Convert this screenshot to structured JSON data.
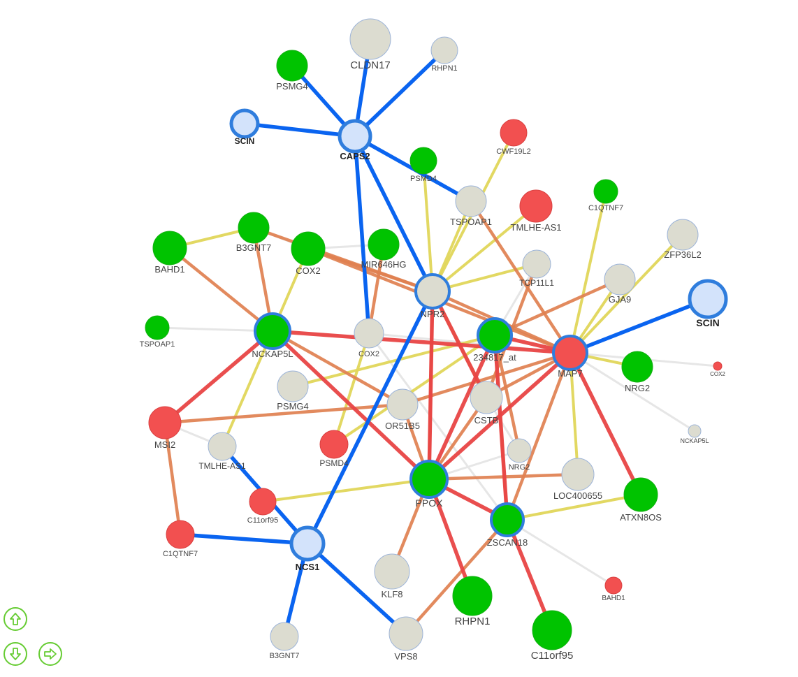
{
  "colors": {
    "green": "#00c300",
    "red": "#f25050",
    "grey": "#dcdcd0",
    "lightblue": "#d3e3fb",
    "blue_stroke": "#2f7ddd",
    "edge_blue": "#0a64f0",
    "edge_red": "#e84545",
    "edge_orange": "#df8050",
    "edge_yellow": "#e0d65a",
    "edge_grey": "#e6e6e6",
    "nav_green": "#66cc33"
  },
  "nodes": [
    {
      "id": "CLDN17",
      "label": "CLDN17",
      "color": "grey"
    },
    {
      "id": "RHPN1_top",
      "label": "RHPN1",
      "color": "grey"
    },
    {
      "id": "PSMG4_top",
      "label": "PSMG4",
      "color": "green"
    },
    {
      "id": "CAPS2",
      "label": "CAPS2",
      "color": "lightblue",
      "bold": true
    },
    {
      "id": "SCIN_left",
      "label": "SCIN",
      "color": "lightblue",
      "bold": true
    },
    {
      "id": "CWF19L2",
      "label": "CWF19L2",
      "color": "red"
    },
    {
      "id": "PSMD4_top",
      "label": "PSMD4",
      "color": "green"
    },
    {
      "id": "TSPOAP1_top",
      "label": "TSPOAP1",
      "color": "grey"
    },
    {
      "id": "TMLHE_AS1_top",
      "label": "TMLHE-AS1",
      "color": "red"
    },
    {
      "id": "C1QTNF7_top",
      "label": "C1QTNF7",
      "color": "green"
    },
    {
      "id": "ZFP36L2",
      "label": "ZFP36L2",
      "color": "grey"
    },
    {
      "id": "BAHD1_left",
      "label": "BAHD1",
      "color": "green"
    },
    {
      "id": "B3GNT7_top",
      "label": "B3GNT7",
      "color": "green"
    },
    {
      "id": "COX2_green",
      "label": "COX2",
      "color": "green"
    },
    {
      "id": "MIR646HG",
      "label": "MIR646HG",
      "color": "green"
    },
    {
      "id": "TCP11L1",
      "label": "TCP11L1",
      "color": "grey"
    },
    {
      "id": "NPR2",
      "label": "NPR2",
      "color": "grey",
      "stroke": "blue"
    },
    {
      "id": "GJA9",
      "label": "GJA9",
      "color": "grey"
    },
    {
      "id": "SCIN_right",
      "label": "SCIN",
      "color": "lightblue",
      "bold": true
    },
    {
      "id": "TSPOAP1_left",
      "label": "TSPOAP1",
      "color": "green"
    },
    {
      "id": "NCKAP5L",
      "label": "NCKAP5L",
      "color": "green",
      "stroke": "blue"
    },
    {
      "id": "COX2_grey",
      "label": "COX2",
      "color": "grey"
    },
    {
      "id": "234817_at",
      "label": "234817_at",
      "color": "green",
      "stroke": "blue"
    },
    {
      "id": "MAP7",
      "label": "MAP7",
      "color": "red",
      "stroke": "blue"
    },
    {
      "id": "NRG2_right",
      "label": "NRG2",
      "color": "green"
    },
    {
      "id": "COX2_small",
      "label": "COX2",
      "color": "red"
    },
    {
      "id": "PSMG4_mid",
      "label": "PSMG4",
      "color": "grey"
    },
    {
      "id": "OR51B5",
      "label": "OR51B5",
      "color": "grey"
    },
    {
      "id": "CSTB",
      "label": "CSTB",
      "color": "grey"
    },
    {
      "id": "NCKAP5L_small",
      "label": "NCKAP5L",
      "color": "grey"
    },
    {
      "id": "MSI2",
      "label": "MSI2",
      "color": "red"
    },
    {
      "id": "TMLHE_AS1_mid",
      "label": "TMLHE-AS1",
      "color": "grey"
    },
    {
      "id": "PSMD4_mid",
      "label": "PSMD4",
      "color": "red"
    },
    {
      "id": "NRG2_mid",
      "label": "NRG2",
      "color": "grey"
    },
    {
      "id": "PPOX",
      "label": "PPOX",
      "color": "green",
      "stroke": "blue"
    },
    {
      "id": "LOC400655",
      "label": "LOC400655",
      "color": "grey"
    },
    {
      "id": "C11orf95_small",
      "label": "C11orf95",
      "color": "red"
    },
    {
      "id": "ATXN8OS",
      "label": "ATXN8OS",
      "color": "green"
    },
    {
      "id": "C1QTNF7_left",
      "label": "C1QTNF7",
      "color": "red"
    },
    {
      "id": "NCS1",
      "label": "NCS1",
      "color": "lightblue",
      "bold": true
    },
    {
      "id": "ZSCAN18",
      "label": "ZSCAN18",
      "color": "green",
      "stroke": "blue"
    },
    {
      "id": "BAHD1_small",
      "label": "BAHD1",
      "color": "red"
    },
    {
      "id": "KLF8",
      "label": "KLF8",
      "color": "grey"
    },
    {
      "id": "RHPN1_bottom",
      "label": "RHPN1",
      "color": "green"
    },
    {
      "id": "C11orf95_big",
      "label": "C11orf95",
      "color": "green"
    },
    {
      "id": "B3GNT7_bottom",
      "label": "B3GNT7",
      "color": "grey"
    },
    {
      "id": "VPS8",
      "label": "VPS8",
      "color": "grey"
    }
  ],
  "edges": [
    {
      "from": "CAPS2",
      "to": "CLDN17",
      "type": "blue"
    },
    {
      "from": "CAPS2",
      "to": "RHPN1_top",
      "type": "blue"
    },
    {
      "from": "CAPS2",
      "to": "PSMG4_top",
      "type": "blue"
    },
    {
      "from": "CAPS2",
      "to": "SCIN_left",
      "type": "blue"
    },
    {
      "from": "CAPS2",
      "to": "TSPOAP1_top",
      "type": "blue"
    },
    {
      "from": "CAPS2",
      "to": "COX2_grey",
      "type": "blue"
    },
    {
      "from": "CAPS2",
      "to": "NPR2",
      "type": "blue"
    },
    {
      "from": "NPR2",
      "to": "NCS1",
      "type": "blue"
    },
    {
      "from": "MAP7",
      "to": "SCIN_right",
      "type": "blue"
    },
    {
      "from": "NCS1",
      "to": "TMLHE_AS1_mid",
      "type": "blue"
    },
    {
      "from": "NCS1",
      "to": "C1QTNF7_left",
      "type": "blue"
    },
    {
      "from": "NCS1",
      "to": "B3GNT7_bottom",
      "type": "blue"
    },
    {
      "from": "NCS1",
      "to": "VPS8",
      "type": "blue"
    },
    {
      "from": "NCKAP5L",
      "to": "MAP7",
      "type": "red"
    },
    {
      "from": "NCKAP5L",
      "to": "MSI2",
      "type": "red"
    },
    {
      "from": "NCKAP5L",
      "to": "PPOX",
      "type": "red"
    },
    {
      "from": "PPOX",
      "to": "234817_at",
      "type": "red"
    },
    {
      "from": "PPOX",
      "to": "MAP7",
      "type": "red"
    },
    {
      "from": "PPOX",
      "to": "NPR2",
      "type": "red"
    },
    {
      "from": "PPOX",
      "to": "ZSCAN18",
      "type": "red"
    },
    {
      "from": "PPOX",
      "to": "RHPN1_bottom",
      "type": "red"
    },
    {
      "from": "MAP7",
      "to": "ATXN8OS",
      "type": "red"
    },
    {
      "from": "MAP7",
      "to": "234817_at",
      "type": "red"
    },
    {
      "from": "ZSCAN18",
      "to": "C11orf95_big",
      "type": "red"
    },
    {
      "from": "ZSCAN18",
      "to": "234817_at",
      "type": "red"
    },
    {
      "from": "NPR2",
      "to": "CSTB",
      "type": "red"
    },
    {
      "from": "BAHD1_left",
      "to": "NCKAP5L",
      "type": "orange"
    },
    {
      "from": "B3GNT7_top",
      "to": "NCKAP5L",
      "type": "orange"
    },
    {
      "from": "B3GNT7_top",
      "to": "NPR2",
      "type": "orange"
    },
    {
      "from": "COX2_green",
      "to": "NPR2",
      "type": "orange"
    },
    {
      "from": "COX2_green",
      "to": "MAP7",
      "type": "orange"
    },
    {
      "from": "MIR646HG",
      "to": "COX2_grey",
      "type": "orange"
    },
    {
      "from": "TSPOAP1_top",
      "to": "MAP7",
      "type": "orange"
    },
    {
      "from": "NPR2",
      "to": "MAP7",
      "type": "orange"
    },
    {
      "from": "NPR2",
      "to": "PPOX",
      "type": "orange"
    },
    {
      "from": "GJA9",
      "to": "234817_at",
      "type": "orange"
    },
    {
      "from": "MSI2",
      "to": "OR51B5",
      "type": "orange"
    },
    {
      "from": "MSI2",
      "to": "C1QTNF7_left",
      "type": "orange"
    },
    {
      "from": "NCKAP5L",
      "to": "OR51B5",
      "type": "orange"
    },
    {
      "from": "OR51B5",
      "to": "MAP7",
      "type": "orange"
    },
    {
      "from": "OR51B5",
      "to": "PPOX",
      "type": "orange"
    },
    {
      "from": "CSTB",
      "to": "MAP7",
      "type": "orange"
    },
    {
      "from": "CSTB",
      "to": "PPOX",
      "type": "orange"
    },
    {
      "from": "234817_at",
      "to": "NRG2_mid",
      "type": "orange"
    },
    {
      "from": "234817_at",
      "to": "ZSCAN18",
      "type": "orange"
    },
    {
      "from": "TCP11L1",
      "to": "CSTB",
      "type": "orange"
    },
    {
      "from": "PPOX",
      "to": "LOC400655",
      "type": "orange"
    },
    {
      "from": "PPOX",
      "to": "KLF8",
      "type": "orange"
    },
    {
      "from": "ZSCAN18",
      "to": "VPS8",
      "type": "orange"
    },
    {
      "from": "MAP7",
      "to": "ZSCAN18",
      "type": "orange"
    },
    {
      "from": "BAHD1_left",
      "to": "B3GNT7_top",
      "type": "yellow"
    },
    {
      "from": "COX2_green",
      "to": "NCKAP5L",
      "type": "yellow"
    },
    {
      "from": "NCKAP5L",
      "to": "TMLHE_AS1_mid",
      "type": "yellow"
    },
    {
      "from": "PSMD4_top",
      "to": "NPR2",
      "type": "yellow"
    },
    {
      "from": "CWF19L2",
      "to": "NPR2",
      "type": "yellow"
    },
    {
      "from": "TMLHE_AS1_top",
      "to": "NPR2",
      "type": "yellow"
    },
    {
      "from": "TCP11L1",
      "to": "NPR2",
      "type": "yellow"
    },
    {
      "from": "TSPOAP1_top",
      "to": "NPR2",
      "type": "yellow"
    },
    {
      "from": "NPR2",
      "to": "CSTB",
      "type": "yellow"
    },
    {
      "from": "ZFP36L2",
      "to": "MAP7",
      "type": "yellow"
    },
    {
      "from": "GJA9",
      "to": "MAP7",
      "type": "yellow"
    },
    {
      "from": "C1QTNF7_top",
      "to": "MAP7",
      "type": "yellow"
    },
    {
      "from": "MAP7",
      "to": "NRG2_right",
      "type": "yellow"
    },
    {
      "from": "MAP7",
      "to": "LOC400655",
      "type": "yellow"
    },
    {
      "from": "234817_at",
      "to": "PSMG4_mid",
      "type": "yellow"
    },
    {
      "from": "PSMD4_mid",
      "to": "234817_at",
      "type": "yellow"
    },
    {
      "from": "PSMD4_mid",
      "to": "COX2_grey",
      "type": "yellow"
    },
    {
      "from": "C11orf95_small",
      "to": "PPOX",
      "type": "yellow"
    },
    {
      "from": "ZSCAN18",
      "to": "ATXN8OS",
      "type": "yellow"
    },
    {
      "from": "TSPOAP1_left",
      "to": "NCKAP5L",
      "type": "grey"
    },
    {
      "from": "B3GNT7_top",
      "to": "COX2_green",
      "type": "grey"
    },
    {
      "from": "COX2_green",
      "to": "MIR646HG",
      "type": "grey"
    },
    {
      "from": "TCP11L1",
      "to": "234817_at",
      "type": "grey"
    },
    {
      "from": "MAP7",
      "to": "COX2_small",
      "type": "grey"
    },
    {
      "from": "MAP7",
      "to": "NCKAP5L_small",
      "type": "grey"
    },
    {
      "from": "COX2_grey",
      "to": "MAP7",
      "type": "grey"
    },
    {
      "from": "COX2_grey",
      "to": "ZSCAN18",
      "type": "grey"
    },
    {
      "from": "TMLHE_AS1_mid",
      "to": "MSI2",
      "type": "grey"
    },
    {
      "from": "ZSCAN18",
      "to": "BAHD1_small",
      "type": "grey"
    },
    {
      "from": "NRG2_mid",
      "to": "PPOX",
      "type": "grey"
    },
    {
      "from": "CSTB",
      "to": "NRG2_mid",
      "type": "grey"
    }
  ],
  "nav": {
    "up_icon": "arrow-up-icon",
    "down_icon": "arrow-down-icon",
    "right_icon": "arrow-right-icon"
  }
}
